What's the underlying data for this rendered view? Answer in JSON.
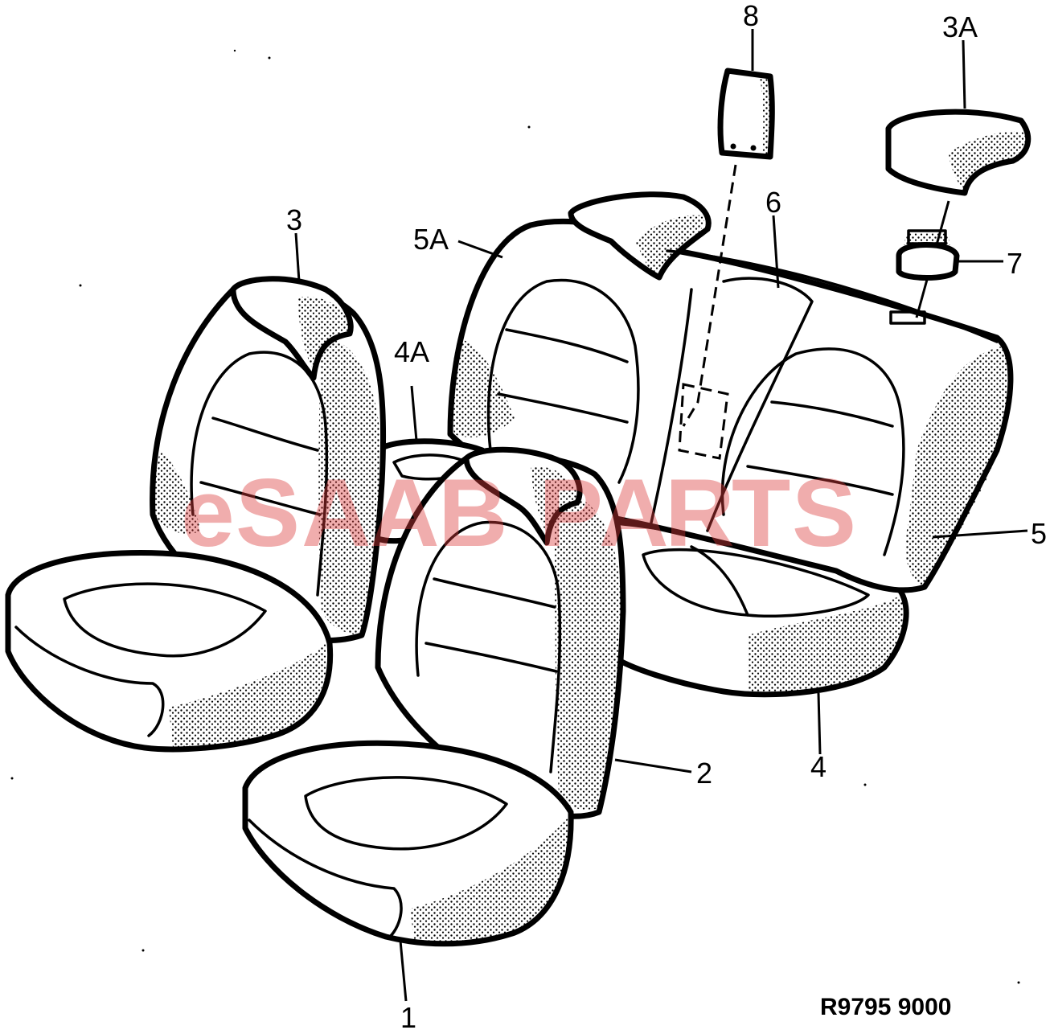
{
  "callouts": {
    "c1": "1",
    "c2": "2",
    "c3": "3",
    "c3a": "3A",
    "c4": "4",
    "c4a": "4A",
    "c5": "5",
    "c5a": "5A",
    "c6": "6",
    "c7": "7",
    "c8": "8"
  },
  "reference_code": "R9795 9000",
  "watermark": {
    "letters": [
      "e",
      "S",
      "A",
      "A",
      "B",
      "P",
      "A",
      "R",
      "T",
      "S"
    ],
    "color": "#dc3c3c"
  }
}
